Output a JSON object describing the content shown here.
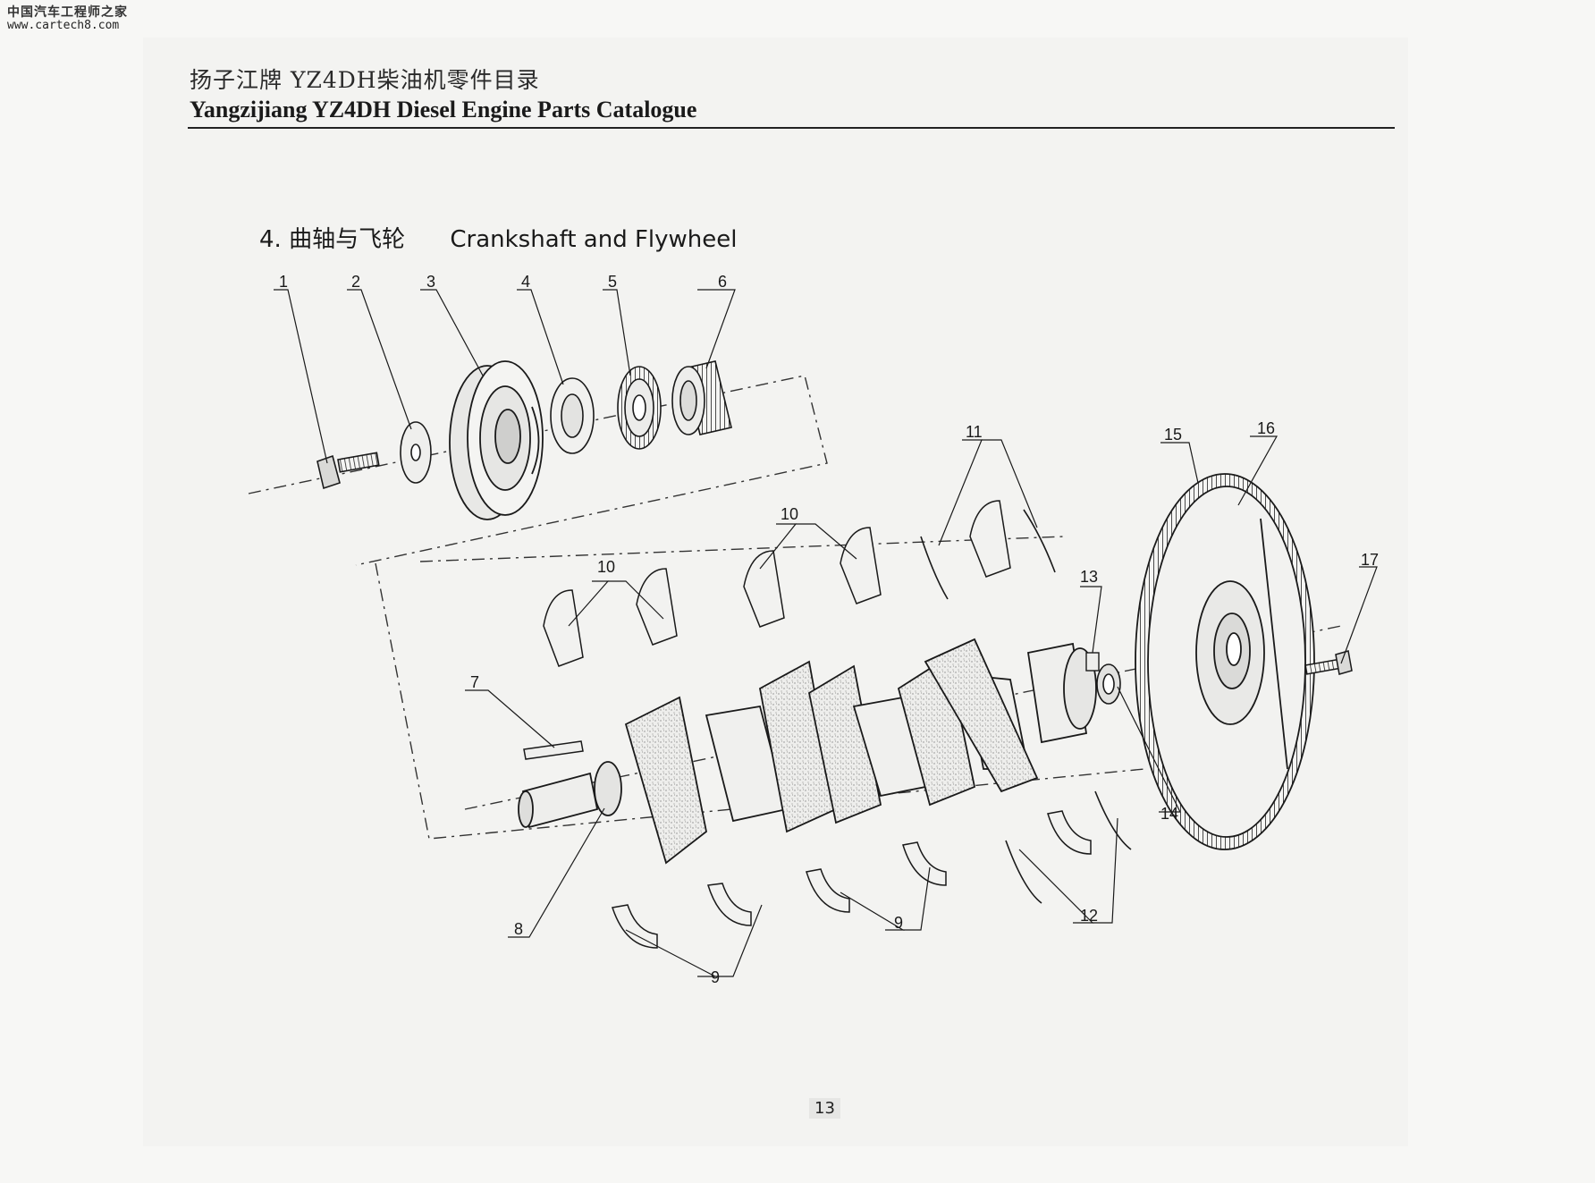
{
  "watermark": {
    "site_cn": "中国汽车工程师之家",
    "url": "www.cartech8.com"
  },
  "header": {
    "title_cn": "扬子江牌 YZ4DH柴油机零件目录",
    "title_en": "Yangzijiang YZ4DH Diesel Engine Parts Catalogue"
  },
  "section": {
    "number": "4.",
    "title_cn": "曲轴与飞轮",
    "title_en": "Crankshaft and Flywheel"
  },
  "callouts": [
    "1",
    "2",
    "3",
    "4",
    "5",
    "6",
    "7",
    "8",
    "9",
    "9",
    "9",
    "10",
    "10",
    "11",
    "12",
    "13",
    "14",
    "15",
    "16",
    "17"
  ],
  "colors": {
    "ink": "#1a1a1a",
    "paper": "#f3f3f1",
    "grain": "#9a9a9a"
  },
  "page_number": "13"
}
